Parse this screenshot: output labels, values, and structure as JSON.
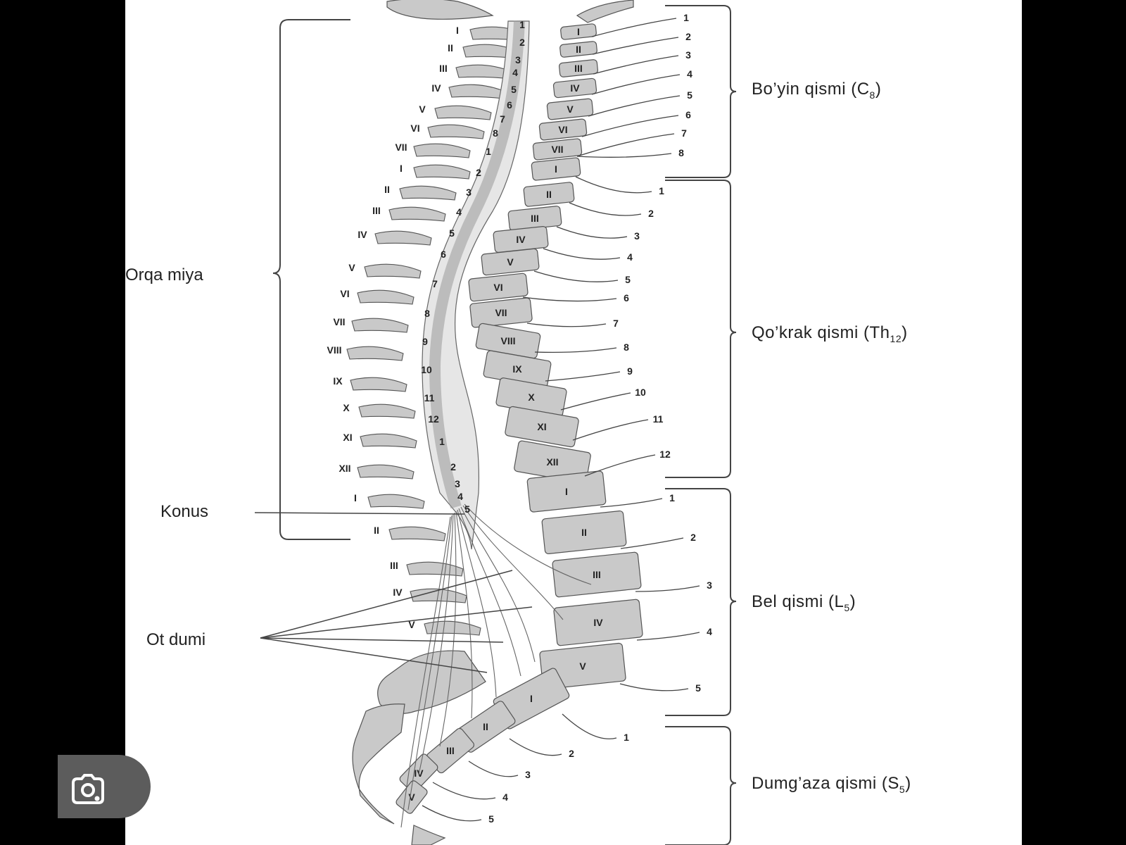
{
  "labels": {
    "orqa_miya": "Orqa miya",
    "konus": "Konus",
    "ot_dumi": "Ot dumi"
  },
  "regions": [
    {
      "id": "cervical",
      "text": "Bo’yin qismi (C",
      "sub": "8",
      "close": ")"
    },
    {
      "id": "thoracic",
      "text": "Qo’krak qismi (Th",
      "sub": "12",
      "close": ")"
    },
    {
      "id": "lumbar",
      "text": "Bel qismi (L",
      "sub": "5",
      "close": ")"
    },
    {
      "id": "sacral",
      "text": "Dumg’aza qismi (S",
      "sub": "5",
      "close": ")"
    }
  ],
  "vertebrae_roman": {
    "cervical": [
      "I",
      "II",
      "III",
      "IV",
      "V",
      "VI",
      "VII"
    ],
    "thoracic": [
      "I",
      "II",
      "III",
      "IV",
      "V",
      "VI",
      "VII",
      "VIII",
      "IX",
      "X",
      "XI",
      "XII"
    ],
    "lumbar": [
      "I",
      "II",
      "III",
      "IV",
      "V"
    ],
    "sacral": [
      "I",
      "II",
      "III",
      "IV",
      "V"
    ]
  },
  "left_roman": [
    "I",
    "II",
    "III",
    "IV",
    "V",
    "VI",
    "VII",
    "I",
    "II",
    "III",
    "IV",
    "V",
    "VI",
    "VII",
    "VIII",
    "IX",
    "X",
    "XI",
    "XII",
    "I",
    "II",
    "III",
    "IV",
    "V"
  ],
  "cord_segments": [
    "1",
    "2",
    "3",
    "4",
    "5",
    "6",
    "7",
    "8",
    "1",
    "2",
    "3",
    "4",
    "5",
    "6",
    "7",
    "8",
    "9",
    "10",
    "11",
    "12",
    "1",
    "2",
    "3",
    "4",
    "5"
  ],
  "nerve_numbers": {
    "cervical": [
      "1",
      "2",
      "3",
      "4",
      "5",
      "6",
      "7",
      "8"
    ],
    "thoracic": [
      "1",
      "2",
      "3",
      "4",
      "5",
      "6",
      "7",
      "8",
      "9",
      "10",
      "11",
      "12"
    ],
    "lumbar": [
      "1",
      "2",
      "3",
      "4",
      "5"
    ],
    "sacral": [
      "1",
      "2",
      "3",
      "4",
      "5"
    ]
  },
  "colors": {
    "background": "#ffffff",
    "frame": "#000000",
    "bone": "#c9c9c9",
    "cord": "#e6e6e6",
    "line": "#3a3a3a",
    "text": "#222222",
    "lens_button": "#5c5c5c"
  },
  "icons": {
    "lens": "google-lens-icon"
  }
}
